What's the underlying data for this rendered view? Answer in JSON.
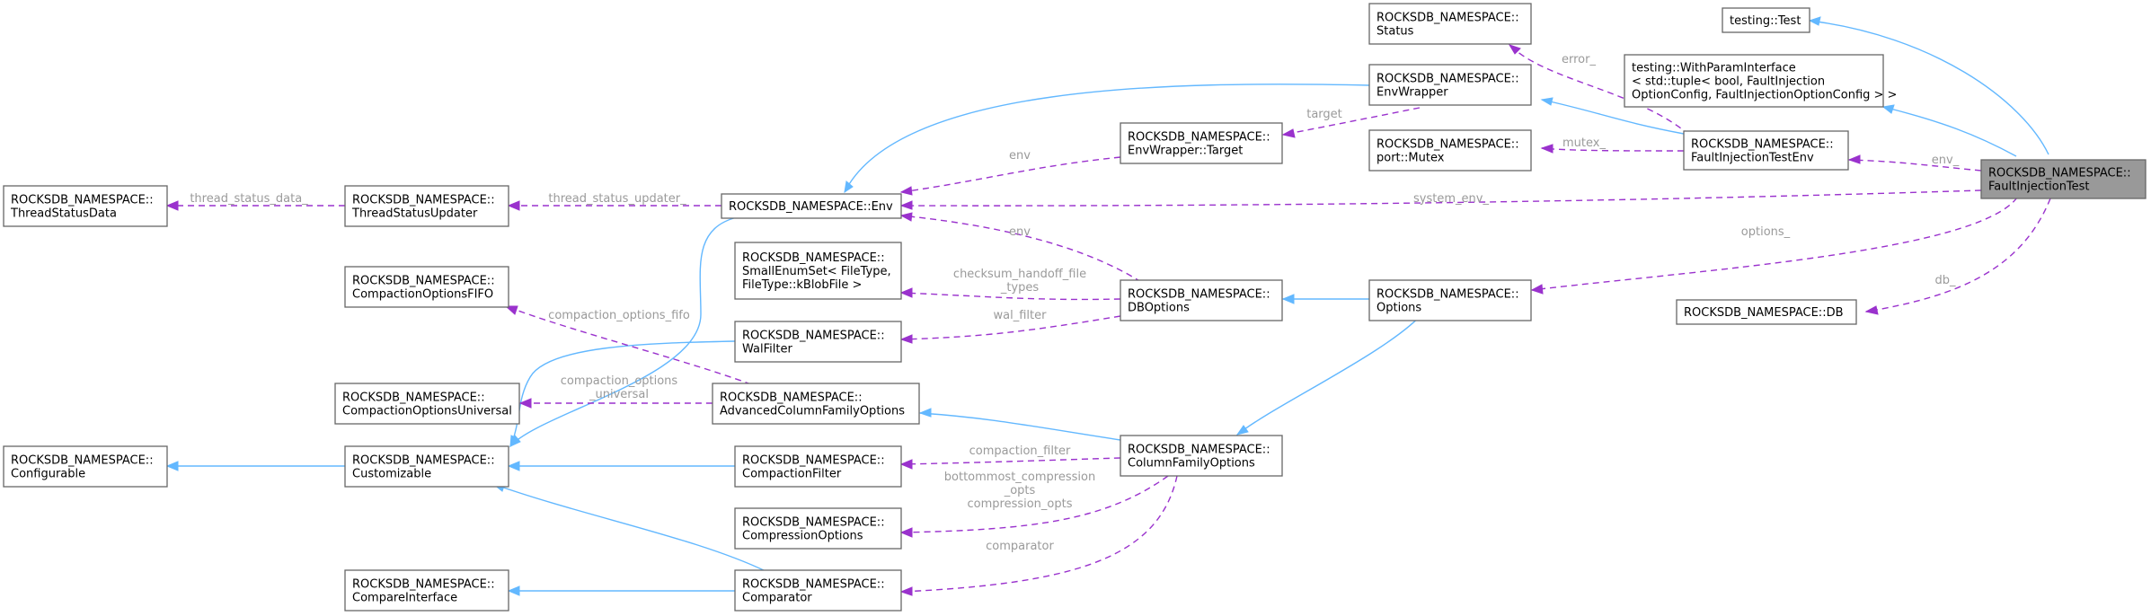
{
  "nodes": {
    "fit": [
      "ROCKSDB_NAMESPACE::",
      "FaultInjectionTest"
    ],
    "testing_test": [
      "testing::Test"
    ],
    "withparam": [
      "testing::WithParamInterface",
      "< std::tuple< bool, FaultInjection",
      "OptionConfig, FaultInjectionOptionConfig > >"
    ],
    "fi_env": [
      "ROCKSDB_NAMESPACE::",
      "FaultInjectionTestEnv"
    ],
    "status": [
      "ROCKSDB_NAMESPACE::",
      "Status"
    ],
    "envwrapper": [
      "ROCKSDB_NAMESPACE::",
      "EnvWrapper"
    ],
    "mutex": [
      "ROCKSDB_NAMESPACE::",
      "port::Mutex"
    ],
    "target": [
      "ROCKSDB_NAMESPACE::",
      "EnvWrapper::Target"
    ],
    "env": [
      "ROCKSDB_NAMESPACE::Env"
    ],
    "tsu": [
      "ROCKSDB_NAMESPACE::",
      "ThreadStatusUpdater"
    ],
    "tsd": [
      "ROCKSDB_NAMESPACE::",
      "ThreadStatusData"
    ],
    "smallenum": [
      "ROCKSDB_NAMESPACE::",
      "SmallEnumSet< FileType,",
      "FileType::kBlobFile >"
    ],
    "dboptions": [
      "ROCKSDB_NAMESPACE::",
      "DBOptions"
    ],
    "options": [
      "ROCKSDB_NAMESPACE::",
      "Options"
    ],
    "db": [
      "ROCKSDB_NAMESPACE::DB"
    ],
    "cofifo": [
      "ROCKSDB_NAMESPACE::",
      "CompactionOptionsFIFO"
    ],
    "walfilter": [
      "ROCKSDB_NAMESPACE::",
      "WalFilter"
    ],
    "couniversal": [
      "ROCKSDB_NAMESPACE::",
      "CompactionOptionsUniversal"
    ],
    "acfo": [
      "ROCKSDB_NAMESPACE::",
      "AdvancedColumnFamilyOptions"
    ],
    "configurable": [
      "ROCKSDB_NAMESPACE::",
      "Configurable"
    ],
    "customizable": [
      "ROCKSDB_NAMESPACE::",
      "Customizable"
    ],
    "compfilter": [
      "ROCKSDB_NAMESPACE::",
      "CompactionFilter"
    ],
    "cfo": [
      "ROCKSDB_NAMESPACE::",
      "ColumnFamilyOptions"
    ],
    "compopts": [
      "ROCKSDB_NAMESPACE::",
      "CompressionOptions"
    ],
    "compareif": [
      "ROCKSDB_NAMESPACE::",
      "CompareInterface"
    ],
    "comparator": [
      "ROCKSDB_NAMESPACE::",
      "Comparator"
    ]
  },
  "edge_labels": {
    "error": [
      "error_"
    ],
    "target": [
      "target"
    ],
    "mutex": [
      "mutex_"
    ],
    "env_fi": [
      "env_"
    ],
    "env_top": [
      "env"
    ],
    "system_env": [
      "system_env_"
    ],
    "thread_status_updater": [
      "thread_status_updater_"
    ],
    "thread_status_data": [
      "thread_status_data_"
    ],
    "env_db": [
      "env"
    ],
    "checksum": [
      "checksum_handoff_file",
      "_types"
    ],
    "wal_filter": [
      "wal_filter"
    ],
    "options": [
      "options_"
    ],
    "db": [
      "db_"
    ],
    "cofifo": [
      "compaction_options_fifo"
    ],
    "couniversal": [
      "compaction_options",
      "_universal"
    ],
    "compaction_filter": [
      "compaction_filter"
    ],
    "bottommost": [
      "bottommost_compression",
      "_opts",
      "compression_opts"
    ],
    "comparator": [
      "comparator"
    ]
  },
  "legend_colors": {
    "inheritance": "#63b8ff",
    "usage": "#9a32cd",
    "label": "#9a9a9a",
    "focus_fill": "#999999"
  }
}
